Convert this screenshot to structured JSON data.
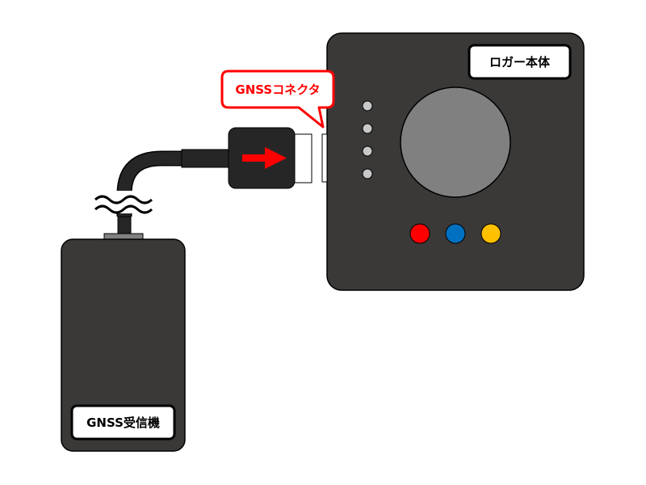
{
  "labels": {
    "logger": "ロガー本体",
    "receiver": "GNSS受信機",
    "connector_callout": "GNSSコネクタ"
  },
  "colors": {
    "device_body": "#3a3938",
    "callout_accent": "#ff0000",
    "button_red": "#ff0000",
    "button_blue": "#0070c0",
    "button_yellow": "#ffc000",
    "dial": "#808080",
    "led": "#c8c8c8"
  }
}
